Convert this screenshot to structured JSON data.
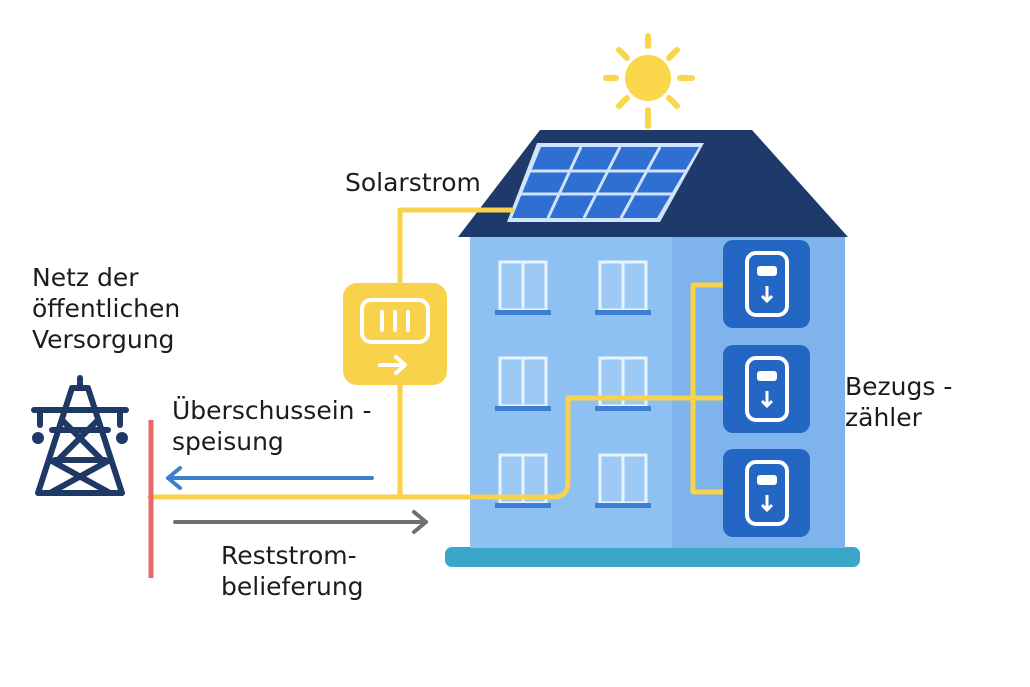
{
  "labels": {
    "grid": [
      "Netz der",
      "öffentlichen",
      "Versorgung"
    ],
    "solar": [
      "Solarstrom"
    ],
    "feed_in": [
      "Überschussein -",
      "speisung"
    ],
    "residual": [
      "Reststrom-",
      "belieferung"
    ],
    "meters": [
      "Bezugs -",
      "zähler"
    ]
  },
  "icons": {
    "sun": "sun-icon",
    "pylon": "power-pylon-icon",
    "production_meter": "bidirectional-meter-icon",
    "consumption_meter": "consumption-meter-icon"
  },
  "colors": {
    "solar_line": "#f8d24a",
    "feed_in_arrow": "#3f7fd0",
    "residual_arrow": "#6f6f6f",
    "grid_boundary": "#e56b6b",
    "roof": "#1d3a6a",
    "house": "#8fc0f2",
    "panel": "#2f6fd1",
    "meter_box": "#2466c4",
    "ground": "#3aa6c8",
    "sun": "#f9d64a",
    "pylon": "#1f3966"
  }
}
